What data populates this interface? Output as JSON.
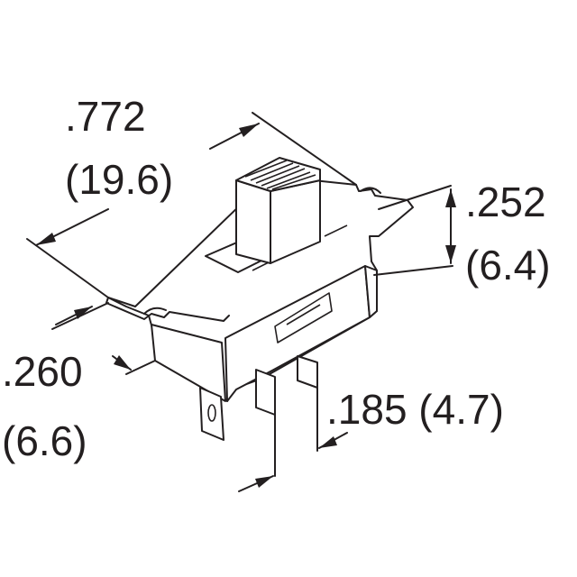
{
  "dimensions": {
    "length_in": ".772",
    "length_mm": "(19.6)",
    "height_in": ".252",
    "height_mm": "(6.4)",
    "width_in": ".260",
    "width_mm": "(6.6)",
    "pitch_label": ".185 (4.7)"
  }
}
